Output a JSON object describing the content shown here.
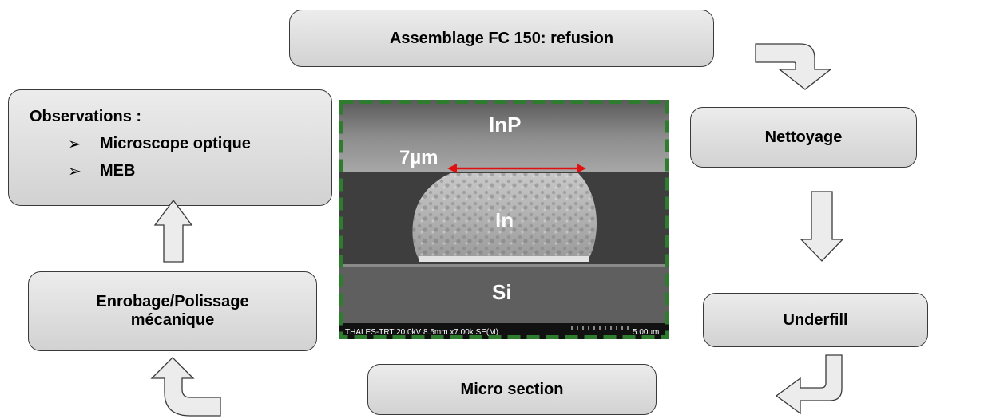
{
  "process": {
    "step_assemblage": "Assemblage FC 150: refusion",
    "step_nettoyage": "Nettoyage",
    "step_underfill": "Underfill",
    "step_micro_section": "Micro section",
    "step_enrobage_line1": "Enrobage/Polissage",
    "step_enrobage_line2": "mécanique",
    "observations_title": "Observations :",
    "observations_items": [
      "Microscope optique",
      "MEB"
    ],
    "bullet_glyph": "➢"
  },
  "sem_image": {
    "top_layer": "InP",
    "bump": "In",
    "bottom_layer": "Si",
    "dimension": "7µm",
    "footer_info": "THALES-TRT 20.0kV 8.5mm x7.00k SE(M)",
    "scale_bar": "5.00um",
    "dimension_line_color": "#e01010",
    "frame_color": "#2e7d2e"
  },
  "arrow_fill": "#ececec"
}
